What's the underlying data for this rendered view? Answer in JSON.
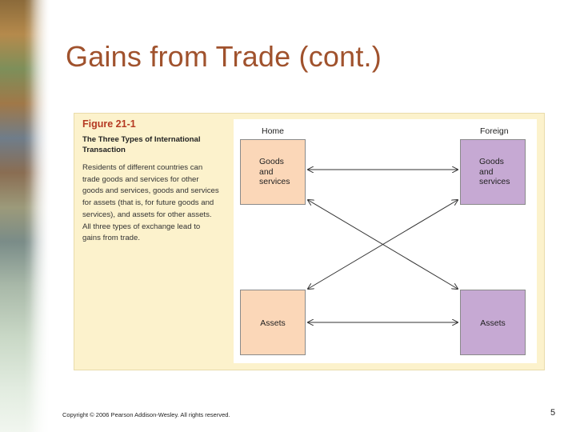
{
  "slide": {
    "title": "Gains from Trade (cont.)",
    "copyright": "Copyright © 2006 Pearson Addison-Wesley. All rights reserved.",
    "page_number": "5"
  },
  "figure": {
    "number": "Figure 21-1",
    "title": "The Three Types of International Transaction",
    "description": "Residents of different countries can trade goods and services for other goods and services, goods and services for assets (that is, for future goods and services), and assets for other assets. All three types of exchange lead to gains from trade."
  },
  "diagram": {
    "columns": {
      "home": "Home",
      "foreign": "Foreign"
    },
    "boxes": {
      "home_goods": "Goods\nand\nservices",
      "home_assets": "Assets",
      "foreign_goods": "Goods\nand\nservices",
      "foreign_assets": "Assets"
    },
    "colors": {
      "home": "#fbd7b8",
      "foreign": "#c6a9d3",
      "panel": "#fcf2cc",
      "title": "#a0522d",
      "figure_number": "#b53a22"
    }
  }
}
